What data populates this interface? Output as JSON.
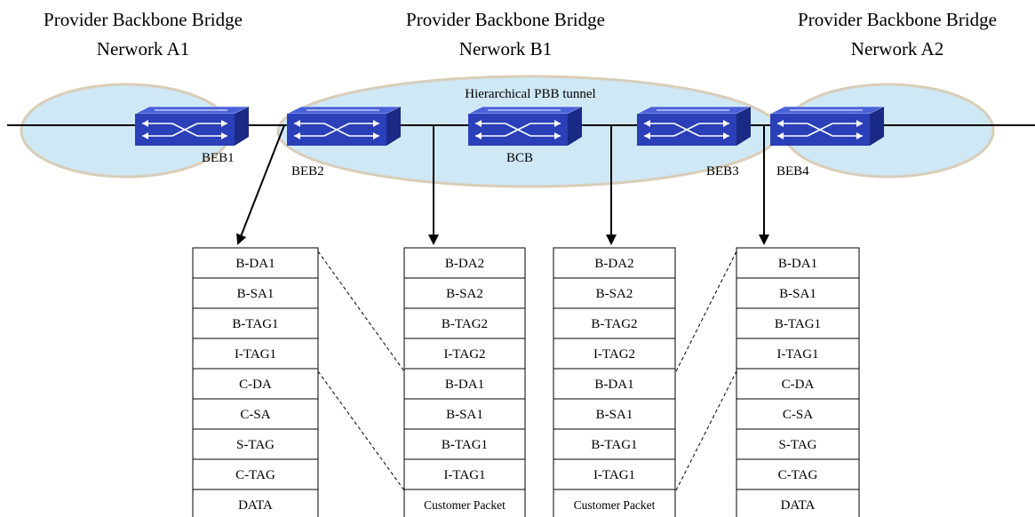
{
  "networks": [
    {
      "line1": "Provider Backbone Bridge",
      "line2": "Nerwork A1"
    },
    {
      "line1": "Provider Backbone Bridge",
      "line2": "Nerwork B1"
    },
    {
      "line1": "Provider Backbone Bridge",
      "line2": "Nerwork A2"
    }
  ],
  "tunnel_label": "Hierarchical PBB tunnel",
  "nodes": [
    {
      "label": "BEB1"
    },
    {
      "label": "BEB2"
    },
    {
      "label": "BCB"
    },
    {
      "label": "BEB3"
    },
    {
      "label": "BEB4"
    }
  ],
  "frames": [
    {
      "fields": [
        "B-DA1",
        "B-SA1",
        "B-TAG1",
        "I-TAG1",
        "C-DA",
        "C-SA",
        "S-TAG",
        "C-TAG",
        "DATA"
      ]
    },
    {
      "fields": [
        "B-DA2",
        "B-SA2",
        "B-TAG2",
        "I-TAG2",
        "B-DA1",
        "B-SA1",
        "B-TAG1",
        "I-TAG1",
        "Customer Packet"
      ]
    },
    {
      "fields": [
        "B-DA2",
        "B-SA2",
        "B-TAG2",
        "I-TAG2",
        "B-DA1",
        "B-SA1",
        "B-TAG1",
        "I-TAG1",
        "Customer Packet"
      ]
    },
    {
      "fields": [
        "B-DA1",
        "B-SA1",
        "B-TAG1",
        "I-TAG1",
        "C-DA",
        "C-SA",
        "S-TAG",
        "C-TAG",
        "DATA"
      ]
    }
  ],
  "colors": {
    "cloud_fill": "#cfe8f6",
    "cloud_edge": "#c9b79a",
    "switch_top": "#4a62d8",
    "switch_front": "#2a3fb8",
    "switch_side": "#1a2a85",
    "line": "#000000"
  }
}
